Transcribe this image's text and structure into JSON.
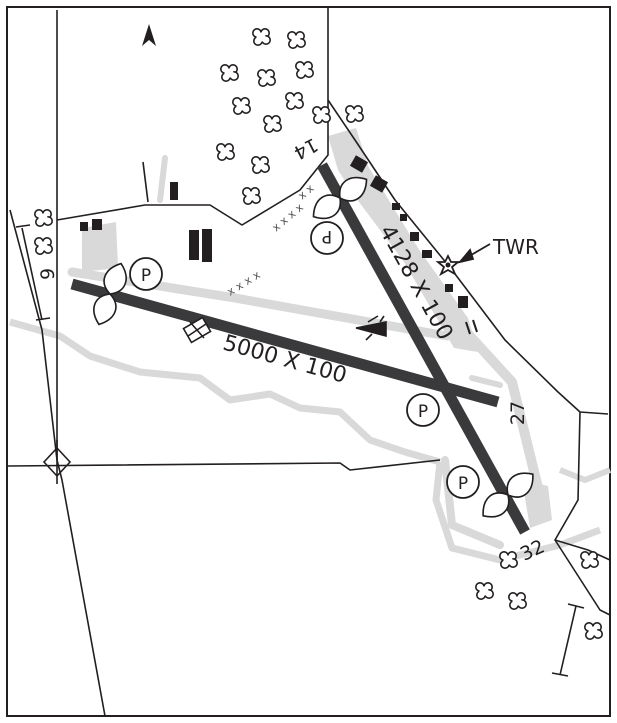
{
  "runways": [
    {
      "ends": [
        "9",
        "27"
      ],
      "dimensions": "5000 X 100"
    },
    {
      "ends": [
        "14",
        "32"
      ],
      "dimensions": "4128 X 100"
    }
  ],
  "labels": {
    "tower": "TWR",
    "parking": "P"
  },
  "icons": {
    "north": "north-arrow-icon",
    "tree": "tree-icon",
    "tower": "control-tower-icon",
    "beacon": "rotating-beacon-icon",
    "wind": "wind-indicator-icon",
    "lights": "approach-lights-icon"
  },
  "colors": {
    "runway": "#3a3a3c",
    "taxiway": "#d9d9d9",
    "ink": "#231f20",
    "background": "#ffffff"
  }
}
